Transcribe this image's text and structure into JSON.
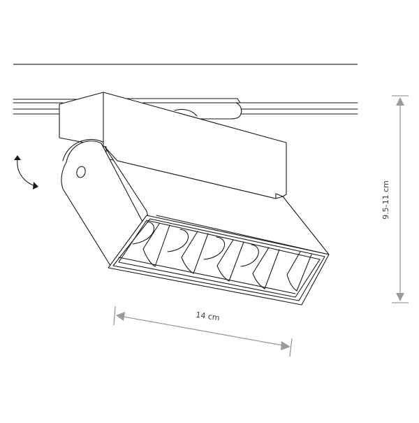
{
  "drawing": {
    "title": "Track spotlight dimension drawing",
    "subject": "rotatable LED track light with louvered lens"
  },
  "dimensions": {
    "length": {
      "label": "14 cm",
      "orientation": "diagonal-bottom"
    },
    "height": {
      "label": "9.5-11 cm",
      "orientation": "vertical-right"
    }
  },
  "annotations": {
    "rotation": {
      "icon": "rotate-arrow-icon",
      "meaning": "head tilts / rotates"
    }
  },
  "features": {
    "louver_cells": 5,
    "ceiling_line": true,
    "track_rail": true
  },
  "colors": {
    "line": "#1a1a1a",
    "dimension": "#9a9a9a",
    "text": "#3a3a3a",
    "background": "#ffffff"
  }
}
